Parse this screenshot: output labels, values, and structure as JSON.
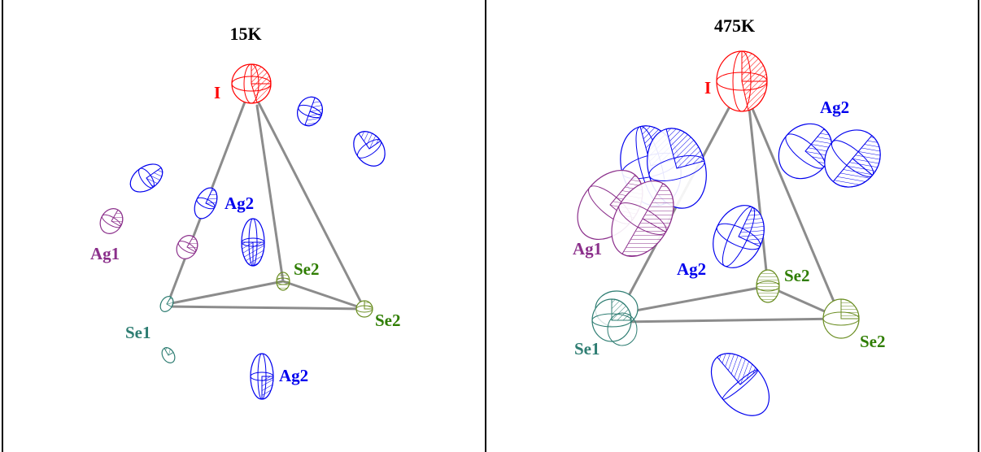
{
  "panels": [
    {
      "title": "15K",
      "labels": {
        "I": "I",
        "Ag2_top": "Ag2",
        "Ag1": "Ag1",
        "Se2_mid": "Se2",
        "Se2_right": "Se2",
        "Se1": "Se1",
        "Ag2_bottom": "Ag2"
      }
    },
    {
      "title": "475K",
      "labels": {
        "I": "I",
        "Ag2_top": "Ag2",
        "Ag1": "Ag1",
        "Ag2_mid": "Ag2",
        "Se2_mid": "Se2",
        "Se1": "Se1",
        "Se2_right": "Se2"
      }
    }
  ],
  "colors": {
    "I": "#ff0000",
    "Ag1": "#8b2f8b",
    "Ag2": "#0000ee",
    "Se1": "#2e7d72",
    "Se2": "#2e7d00",
    "Se2_ellipsoid": "#6b8e23",
    "bond": "#8c8c8c",
    "frame": "#000000"
  }
}
